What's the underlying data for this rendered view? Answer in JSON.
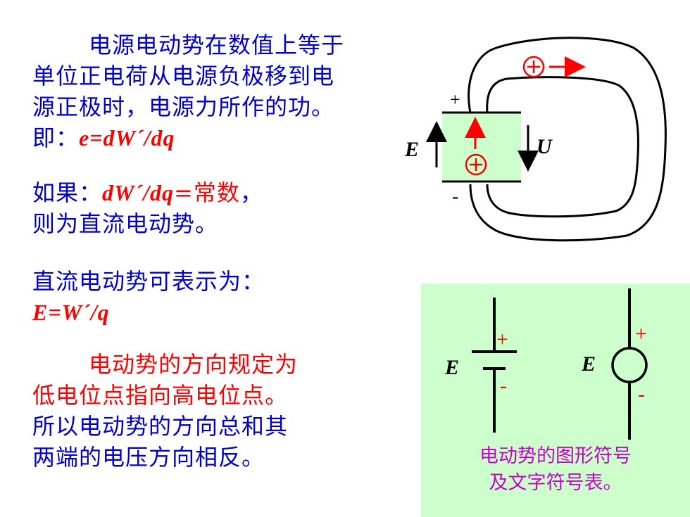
{
  "paragraph1": {
    "line1": "电源电动势在数值上等于",
    "line2": "单位正电荷从电源负极移到电",
    "line3": "源正极时，电源力所作的功。",
    "line4_prefix": "即：",
    "line4_formula": "e=dW´/dq"
  },
  "paragraph2": {
    "prefix": "如果：",
    "formula": "dW´/dq",
    "suffix_red": "=常数",
    "suffix_blue": "，",
    "line2": "则为直流电动势。"
  },
  "paragraph3": {
    "line1": "直流电动势可表示为：",
    "formula": "E=W´/q"
  },
  "paragraph4": {
    "line1": "电动势的方向规定为",
    "line2": "低电位点指向高电位点。",
    "line3": "所以电动势的方向总和其",
    "line4": "两端的电压方向相反。"
  },
  "loop_diagram": {
    "plus_label": "+",
    "minus_label": "-",
    "e_label": "E",
    "u_label": "U",
    "charge_symbol": "+"
  },
  "symbols_panel": {
    "battery_label": "E",
    "battery_plus": "+",
    "battery_minus": "-",
    "source_label": "E",
    "source_plus": "+",
    "source_minus": "-",
    "caption_line1": "电动势的图形符号",
    "caption_line2": "及文字符号表。"
  },
  "colors": {
    "text_blue": "#0000cc",
    "accent_red": "#ff0000",
    "panel_green": "#ccffcc",
    "caption_magenta": "#cc00cc"
  }
}
